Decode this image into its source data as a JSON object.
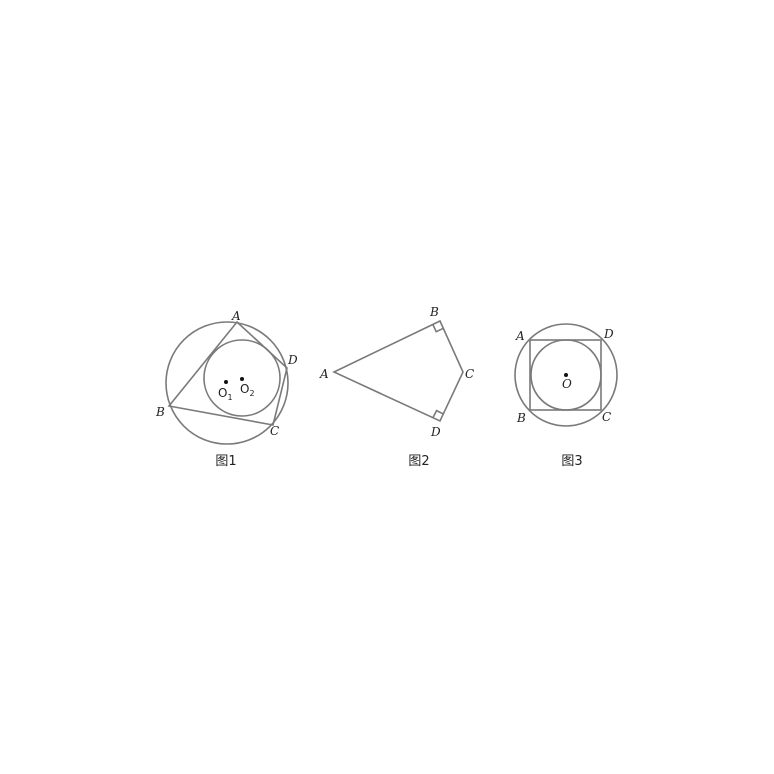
{
  "figures": [
    {
      "caption": "图1",
      "points": {
        "A": "A",
        "B": "B",
        "C": "C",
        "D": "D"
      },
      "centers": {
        "O1_main": "O",
        "O1_sub": "1",
        "O2_main": "O",
        "O2_sub": "2"
      }
    },
    {
      "caption": "图2",
      "points": {
        "A": "A",
        "B": "B",
        "C": "C",
        "D": "D"
      }
    },
    {
      "caption": "图3",
      "points": {
        "A": "A",
        "B": "B",
        "C": "C",
        "D": "D"
      },
      "centers": {
        "O": "O"
      }
    }
  ],
  "colors": {
    "stroke": "#7a7a7a",
    "text": "#222222",
    "dot": "#111111"
  }
}
